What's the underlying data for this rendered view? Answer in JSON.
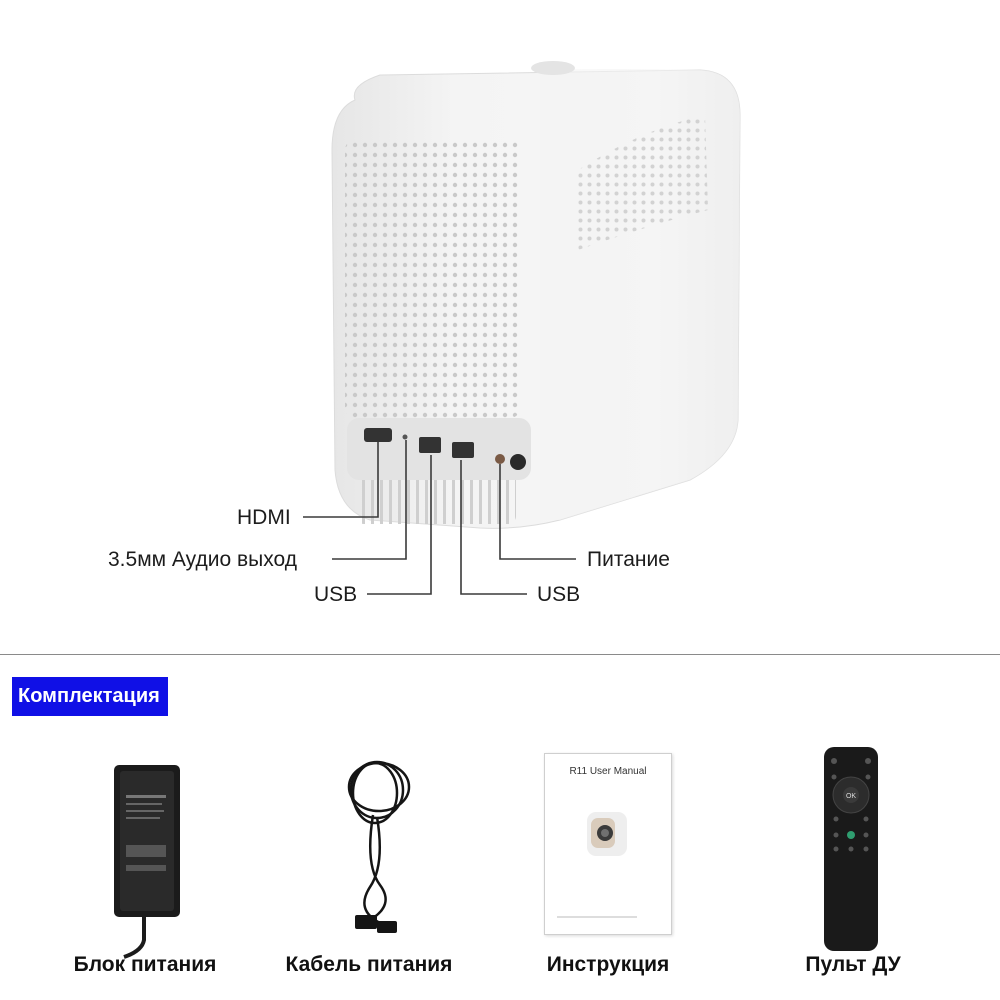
{
  "callouts": {
    "hdmi": "HDMI",
    "audio": "3.5мм Аудио выход",
    "usb_left": "USB",
    "power": "Питание",
    "usb_right": "USB"
  },
  "section_title": "Комплектация",
  "package_items": [
    {
      "caption": "Блок питания",
      "icon": "power-adapter"
    },
    {
      "caption": "Кабель питания",
      "icon": "power-cable"
    },
    {
      "caption": "Инструкция",
      "icon": "user-manual"
    },
    {
      "caption": "Пульт ДУ",
      "icon": "remote-control"
    }
  ],
  "manual": {
    "title": "R11 User Manual"
  },
  "remote": {
    "ok_label": "OK"
  },
  "colors": {
    "accent": "#1010e6",
    "projector_body": "#f1f1f1",
    "callout_line": "#3a3a3a"
  }
}
